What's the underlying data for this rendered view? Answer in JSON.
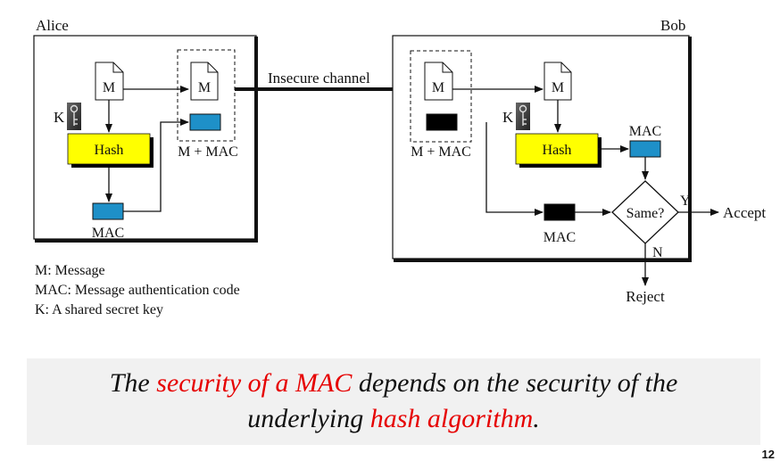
{
  "alice": {
    "title": "Alice",
    "key_label": "K",
    "message_label": "M",
    "hash_label": "Hash",
    "mac_label": "MAC",
    "pair_label": "M + MAC"
  },
  "channel": {
    "label": "Insecure channel"
  },
  "bob": {
    "title": "Bob",
    "key_label": "K",
    "message_label": "M",
    "hash_label": "Hash",
    "mac_top_label": "MAC",
    "mac_bottom_label": "MAC",
    "pair_label": "M + MAC",
    "compare_label": "Same?",
    "yes_label": "Y",
    "no_label": "N",
    "accept_label": "Accept",
    "reject_label": "Reject"
  },
  "legend": {
    "line1": "M: Message",
    "line2": "MAC: Message authentication code",
    "line3": "K: A shared secret key"
  },
  "caption": {
    "part1": "The ",
    "red1": "security of a MAC",
    "part2": " depends on the security of the",
    "part3": "underlying ",
    "red2": "hash algorithm",
    "part4": "."
  },
  "page_number": "12",
  "colors": {
    "hash_fill": "#ffff00",
    "mac_fill": "#1e90c8",
    "mac_received_fill": "#000000",
    "caption_red": "#e60000"
  }
}
